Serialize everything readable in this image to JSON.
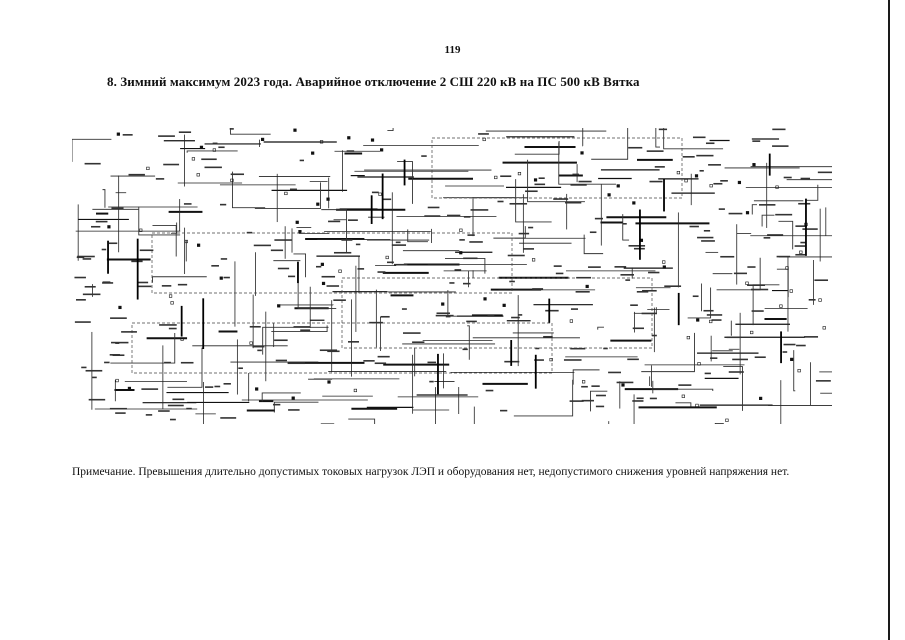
{
  "page": {
    "number": "119",
    "heading": "8. Зимний максимум 2023 года. Аварийное отключение 2 СШ 220 кВ на ПС 500 кВ Вятка",
    "note": "Примечание. Превышения длительно допустимых токовых нагрузок ЛЭП и оборудования нет, недопустимого снижения уровней напряжения нет."
  }
}
